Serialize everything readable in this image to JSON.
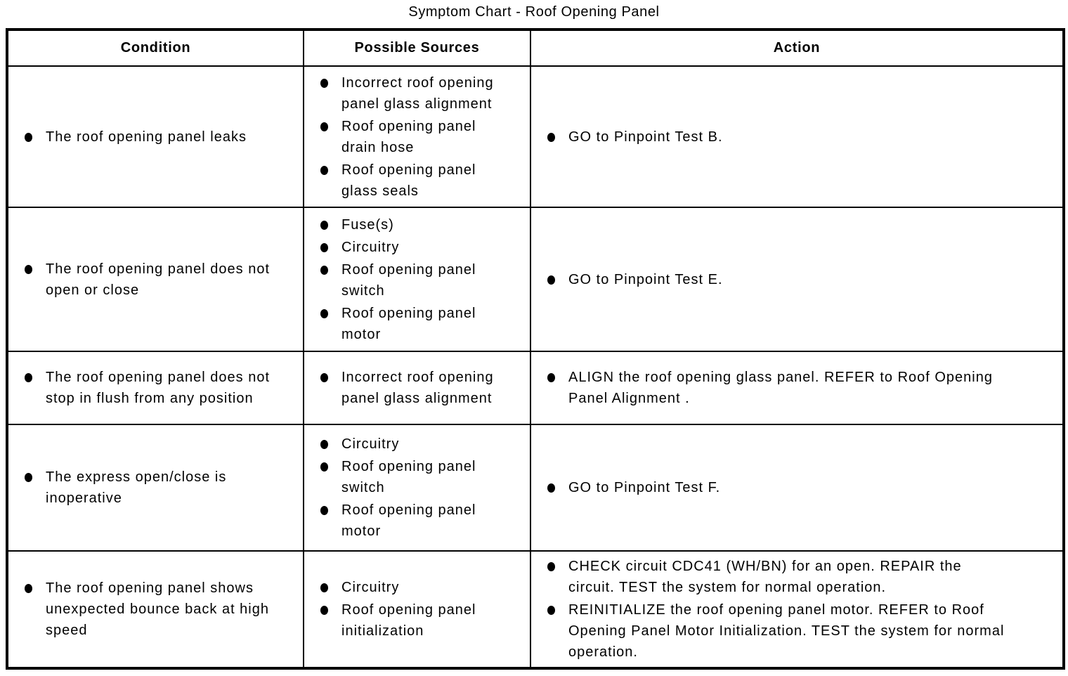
{
  "page_title": "Symptom Chart - Roof Opening Panel",
  "colors": {
    "text": "#000000",
    "background": "#ffffff",
    "border": "#000000"
  },
  "table": {
    "headers": [
      "Condition",
      "Possible Sources",
      "Action"
    ],
    "rows": [
      {
        "condition": [
          "The roof opening panel leaks"
        ],
        "sources": [
          "Incorrect roof opening panel glass alignment",
          "Roof opening panel drain hose",
          "Roof opening panel glass seals"
        ],
        "actions": [
          "GO to Pinpoint Test B."
        ]
      },
      {
        "condition": [
          "The roof opening panel does not open or close"
        ],
        "sources": [
          "Fuse(s)",
          "Circuitry",
          "Roof opening panel switch",
          "Roof opening panel motor"
        ],
        "actions": [
          "GO to Pinpoint Test E."
        ]
      },
      {
        "condition": [
          "The roof opening panel does not stop in flush from any position"
        ],
        "sources": [
          "Incorrect roof opening panel glass alignment"
        ],
        "actions": [
          "ALIGN the roof opening glass panel. REFER to Roof Opening Panel Alignment ."
        ]
      },
      {
        "condition": [
          "The express open/close is inoperative"
        ],
        "sources": [
          "Circuitry",
          "Roof opening panel switch",
          "Roof opening panel motor"
        ],
        "actions": [
          "GO to Pinpoint Test F."
        ]
      },
      {
        "condition": [
          "The roof opening panel shows unexpected bounce back at high speed"
        ],
        "sources": [
          "Circuitry",
          "Roof opening panel initialization"
        ],
        "actions": [
          "CHECK circuit CDC41 (WH/BN) for an open. REPAIR the circuit. TEST the system for normal operation.",
          "REINITIALIZE the roof opening panel motor. REFER to Roof Opening Panel Motor Initialization. TEST the system for normal operation."
        ]
      }
    ]
  }
}
